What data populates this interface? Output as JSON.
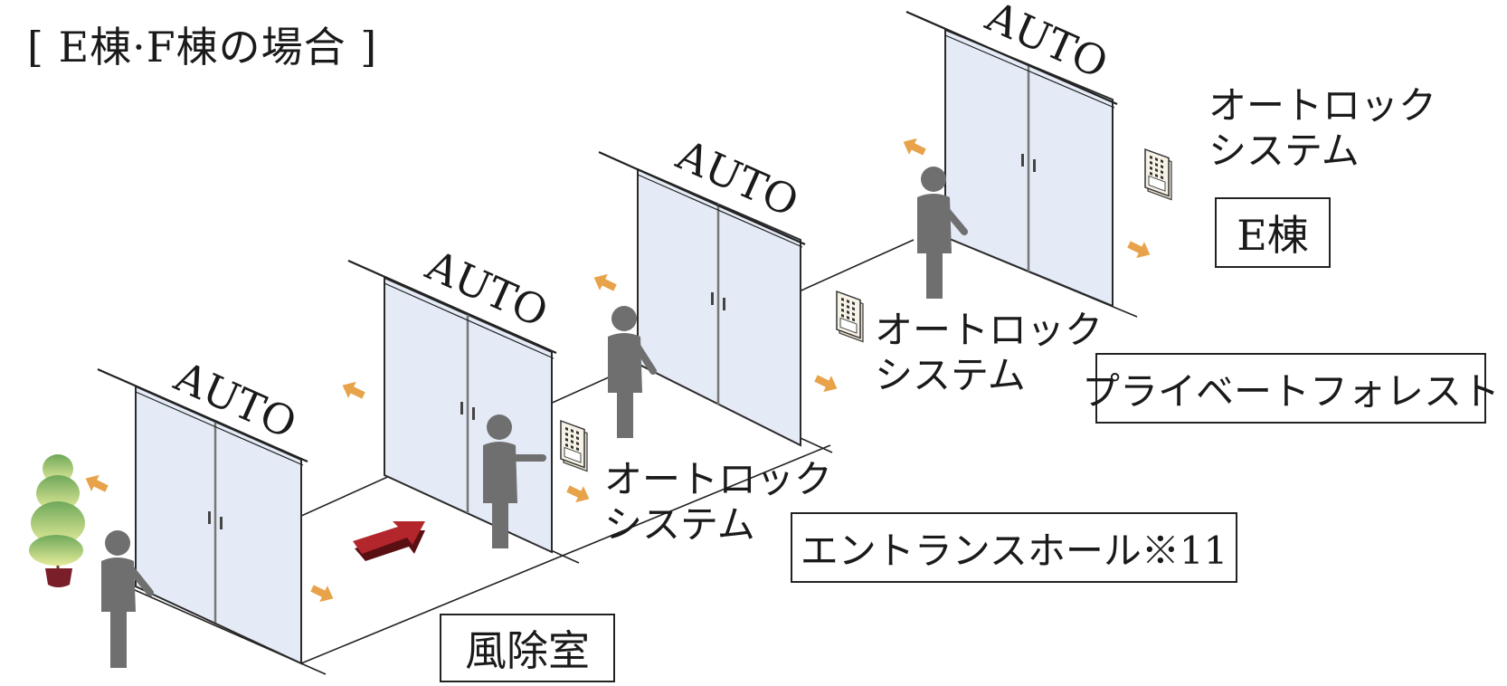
{
  "title": "[ E棟·F棟の場合 ]",
  "doors": [
    {
      "sign": "AUTO"
    },
    {
      "sign": "AUTO"
    },
    {
      "sign": "AUTO"
    },
    {
      "sign": "AUTO"
    }
  ],
  "labels": {
    "autolock_1": "オートロック\nシステム",
    "autolock_2": "オートロック\nシステム",
    "autolock_3": "オートロック\nシステム",
    "area_windbreak": "風除室",
    "area_entrance": "エントランスホール※11",
    "area_private": "プライベートフォレスト",
    "area_building": "E棟"
  },
  "colors": {
    "glass": "#e4ebf6",
    "frame": "#2a2a2a",
    "person": "#6f6f6f",
    "arrow_orange": "#e8a24a",
    "arrow_red": "#a8252a",
    "tree_top": "#6fa85a",
    "tree_bottom": "#e4ec9a",
    "pot": "#7a1f2a"
  }
}
